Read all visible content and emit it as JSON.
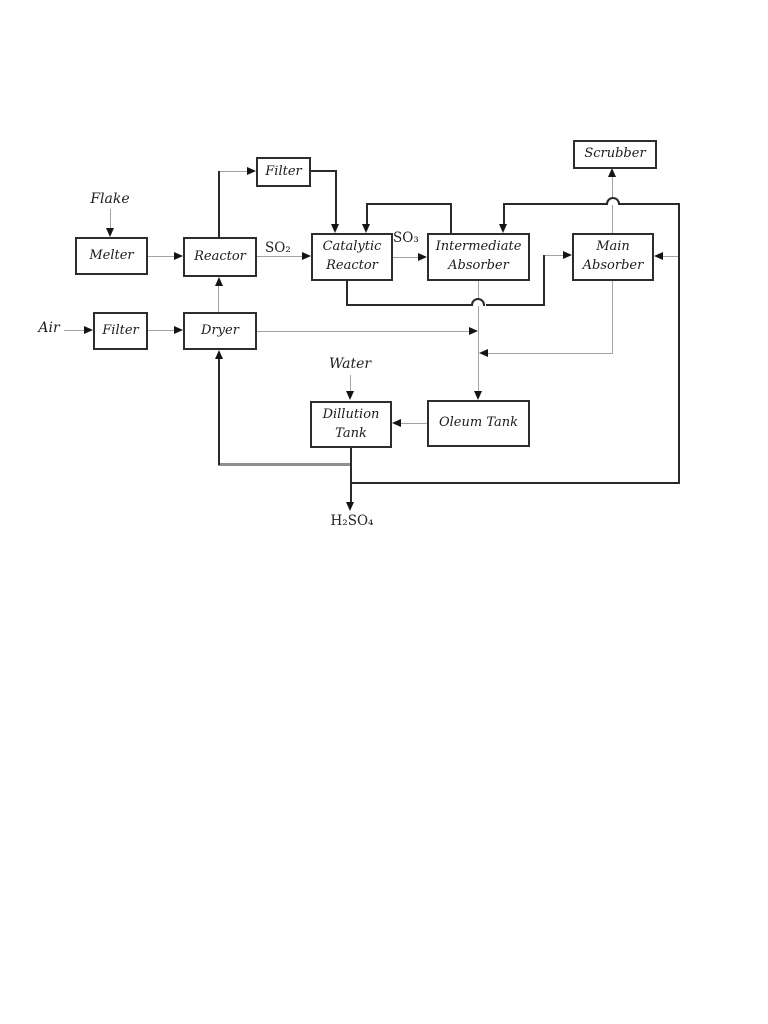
{
  "page": {
    "background": "#ffffff"
  },
  "diagram": {
    "boxes": {
      "scrubber": "Scrubber",
      "filter_top": "Filter",
      "melter": "Melter",
      "reactor": "Reactor",
      "catalytic_reactor": "Catalytic Reactor",
      "intermediate_absorber": "Intermediate Absorber",
      "main_absorber": "Main Absorber",
      "filter_air": "Filter",
      "dryer": "Dryer",
      "dillution_tank": "Dillution Tank",
      "oleum_tank": "Oleum Tank"
    },
    "streams": {
      "flake": "Flake",
      "air": "Air",
      "water": "Water",
      "so2": "SO₂",
      "so3": "SO₃",
      "h2so4": "H₂SO₄"
    },
    "colors": {
      "page_bg": "#ffffff",
      "line_dark": "#2a2a2a",
      "line_gray": "#a3a3a3",
      "line_thick_gray": "#8f8f8f",
      "arrow": "#141414",
      "box_border": "#2d2d2d",
      "text": "#1c1c1c"
    }
  }
}
